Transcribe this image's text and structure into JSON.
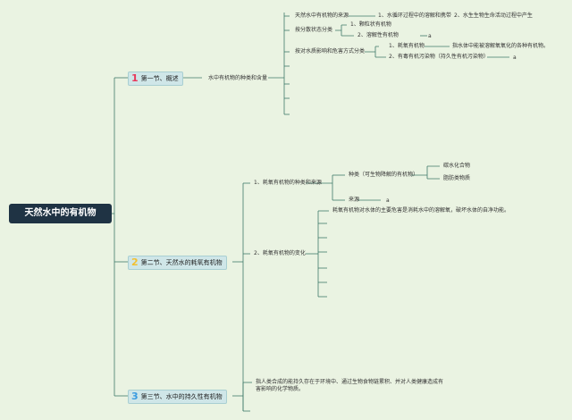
{
  "colors": {
    "root_bg": "#1f3344",
    "line": "#3f7a6a",
    "section_bg": "#cfe6e8",
    "num1": "#e8385a",
    "num2": "#f2c030",
    "num3": "#3a9be0"
  },
  "root": {
    "label": "天然水中的有机物"
  },
  "s1": {
    "num": "1",
    "label": "第一节、概述",
    "topic": "水中有机物的种类和含量",
    "src": {
      "label": "天然水中有机物的来源",
      "items": [
        "1、水循环过程中的溶解和携带",
        "2、水生生物生命活动过程中产生"
      ]
    },
    "state": {
      "label": "按分散状态分类",
      "items": [
        "1、颗粒状有机物",
        "2、溶解性有机物"
      ],
      "marker": "a"
    },
    "quality": {
      "label": "按对水质影响和危害方式分类",
      "items": [
        "1、耗氧有机物",
        "2、有毒有机污染物（持久性有机污染物）"
      ],
      "desc": "指水体中能被溶解氧氧化的各种有机物。",
      "marker": "a"
    }
  },
  "s2": {
    "num": "2",
    "label": "第二节、天然水的耗氧有机物",
    "sub1": {
      "label": "1、耗氧有机物的种类和来源",
      "type_label": "种类（可生物降解的有机物）",
      "types": [
        "碳水化合物",
        "脂肪类物质"
      ],
      "src_label": "来源",
      "marker": "a"
    },
    "sub2": {
      "label": "2、耗氧有机物的变化",
      "desc": "耗氧有机物对水体的主要危害是消耗水中的溶解氧，破坏水体的自净功能。"
    }
  },
  "s3": {
    "num": "3",
    "label": "第三节、水中的持久性有机物",
    "desc": "指人类合成的能持久存在于环境中、通过生物食物链累积、并对人类健康造成有害影响的化学物质。"
  }
}
